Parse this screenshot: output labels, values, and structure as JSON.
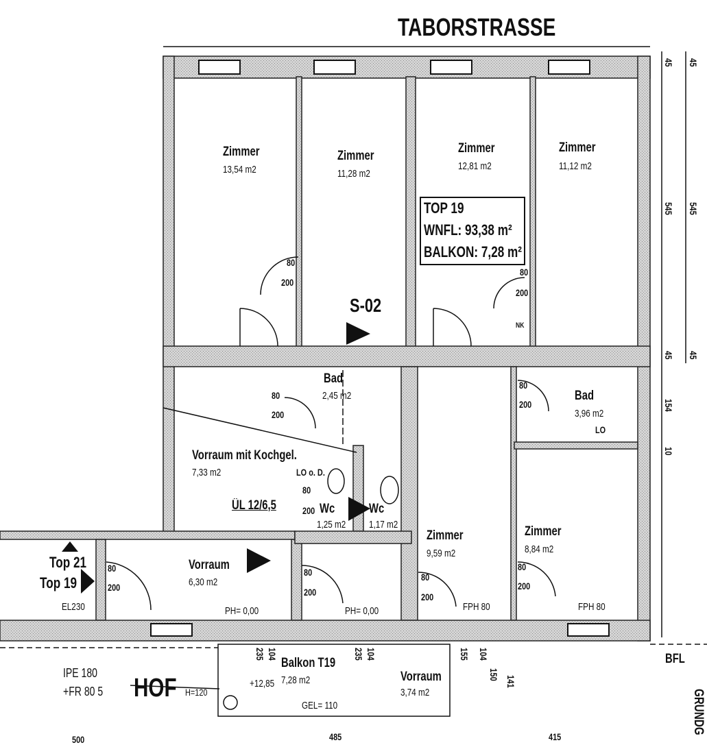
{
  "street": "TABORSTRASSE",
  "info": {
    "top": "TOP 19",
    "wnfl": "WNFL: 93,38 m²",
    "balkon": "BALKON: 7,28 m²"
  },
  "section_mark": "S-02",
  "rooms": [
    {
      "name": "Zimmer",
      "area": "13,54 m2"
    },
    {
      "name": "Zimmer",
      "area": "11,28 m2"
    },
    {
      "name": "Zimmer",
      "area": "12,81 m2"
    },
    {
      "name": "Zimmer",
      "area": "11,12 m2"
    },
    {
      "name": "Bad",
      "area": "2,45 m2"
    },
    {
      "name": "Bad",
      "area": "3,96 m2"
    },
    {
      "name": "Vorraum mit Kochgel.",
      "area": "7,33 m2"
    },
    {
      "name": "Wc",
      "area": "1,25 m2"
    },
    {
      "name": "Wc",
      "area": "1,17 m2"
    },
    {
      "name": "Zimmer",
      "area": "9,59 m2"
    },
    {
      "name": "Zimmer",
      "area": "8,84 m2"
    },
    {
      "name": "Vorraum",
      "area": "6,30 m2"
    },
    {
      "name": "Balkon T19",
      "area": "7,28 m2"
    },
    {
      "name": "Vorraum",
      "area": "3,74 m2"
    }
  ],
  "doors": {
    "w80": "80",
    "h200": "200"
  },
  "annotations": {
    "top21": "Top 21",
    "top19": "Top 19",
    "el": "EL230",
    "ph1": "PH= 0,00",
    "ph2": "PH= 0,00",
    "fph1": "FPH 80",
    "fph2": "FPH 80",
    "ul": "ÜL 12/6,5",
    "lo": "LO o. D.",
    "lo2": "LO",
    "nk": "NK",
    "hof": "HOF",
    "ipe": "IPE 180",
    "fr": "+FR 80 5",
    "h120": "H=120",
    "gel": "GEL= 110",
    "level": "+12,85",
    "bfl": "BFL",
    "grund": "GRUNDG",
    "d485": "485",
    "d415": "415",
    "d500": "500"
  },
  "dimensions": {
    "d45": "45",
    "d545": "545",
    "d154": "154",
    "d10": "10",
    "d235": "235",
    "d104": "104",
    "d155": "155",
    "d150": "150",
    "d141": "141"
  }
}
